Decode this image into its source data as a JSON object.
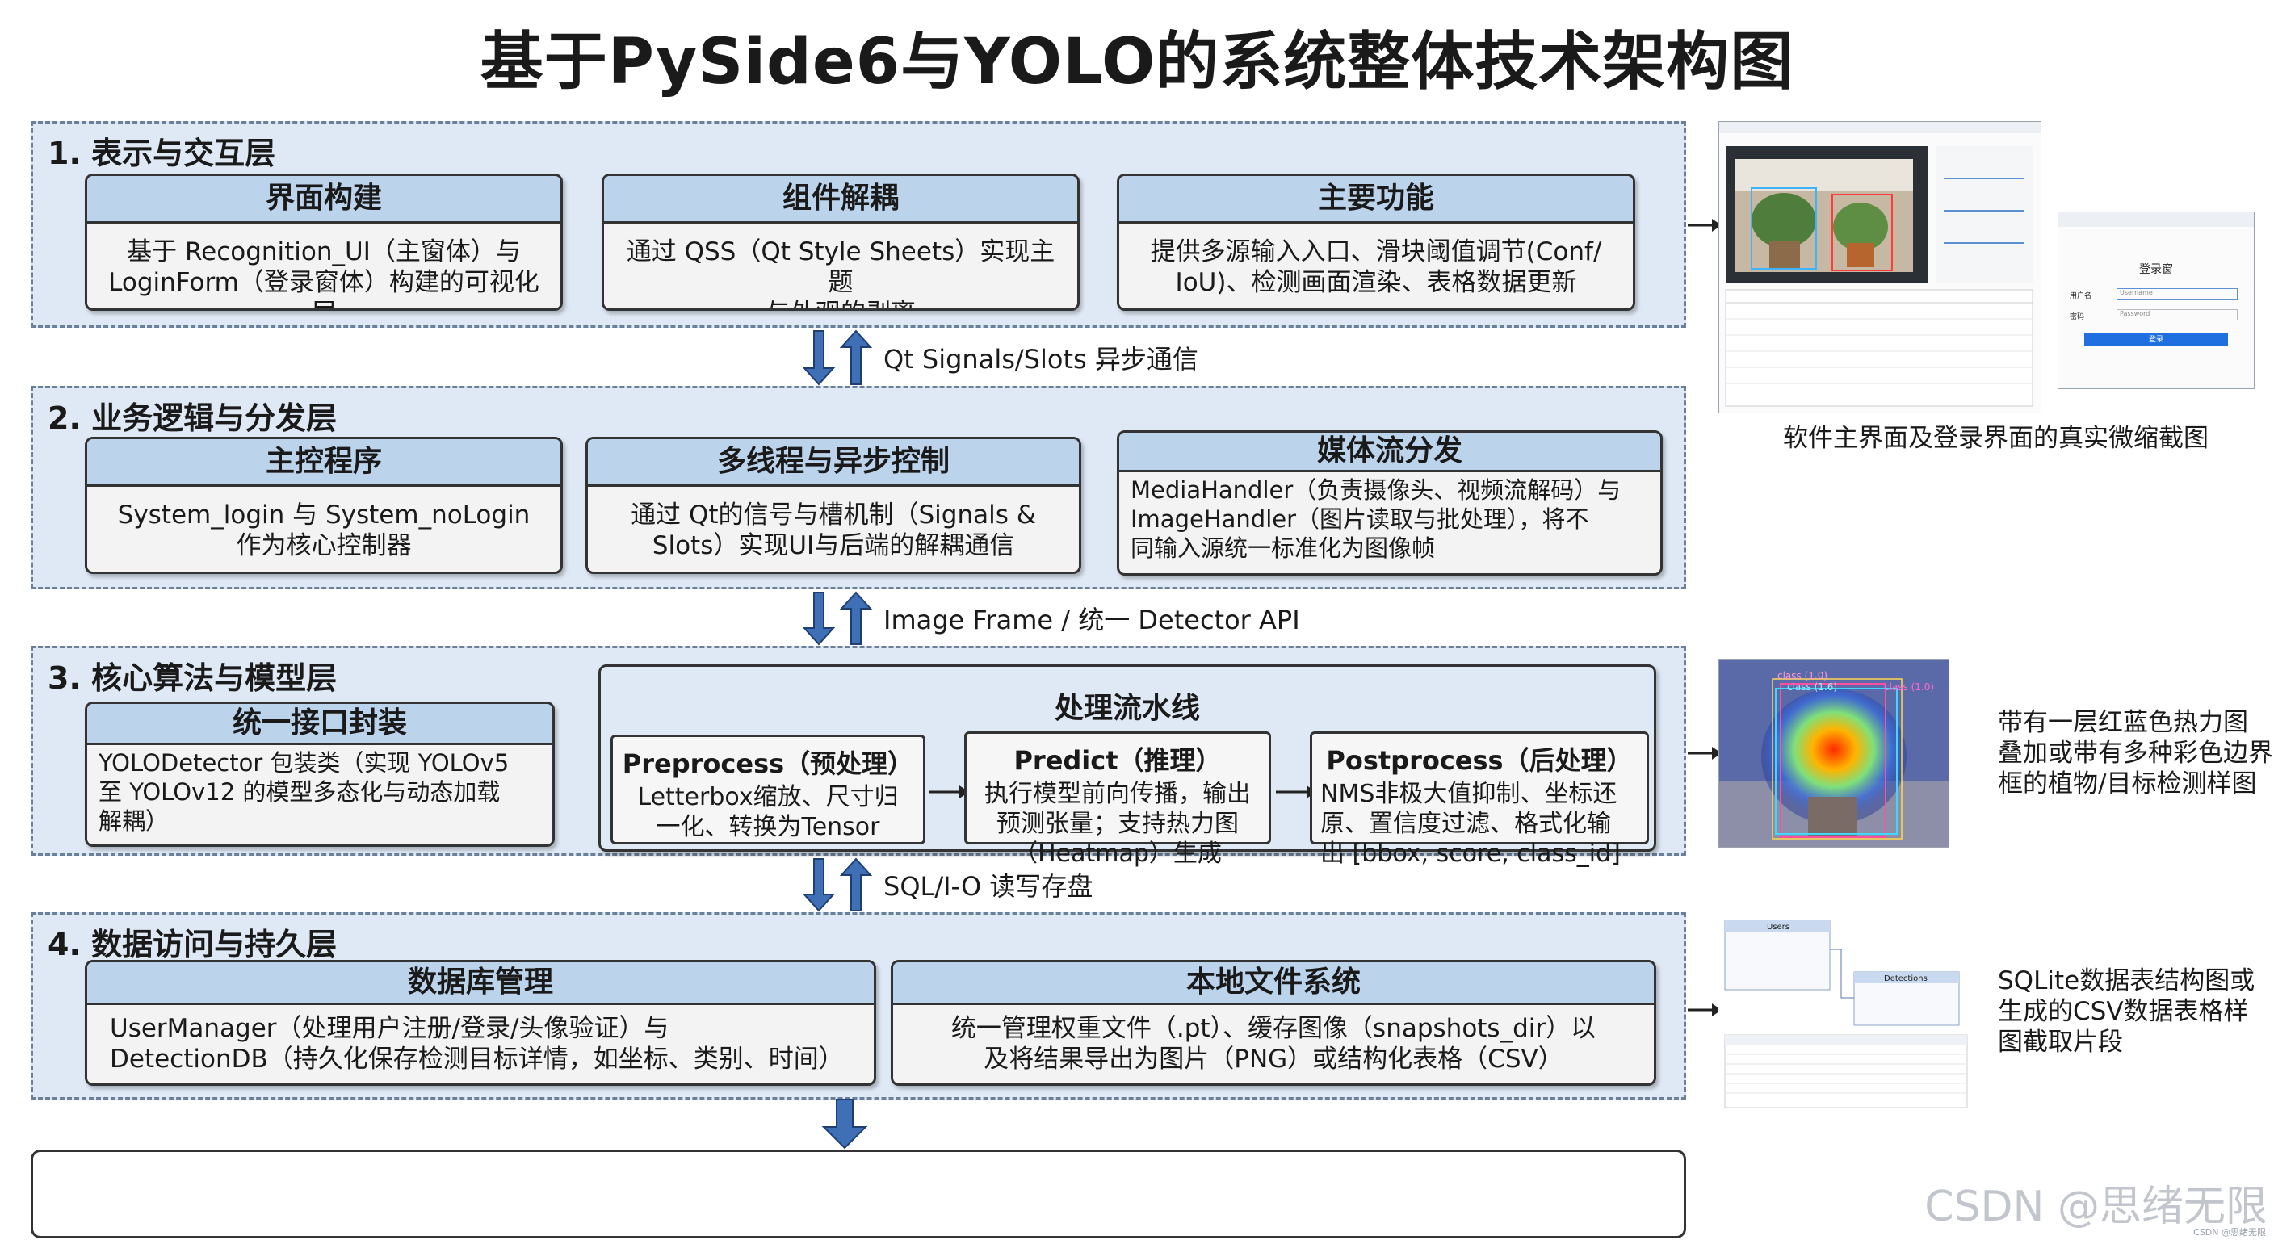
{
  "title": "基于PySide6与YOLO的系统整体技术架构图",
  "layers": [
    {
      "title": "1. 表示与交互层",
      "boxes": [
        {
          "head": "界面构建",
          "body": "基于 Recognition_UI（主窗体）与\nLoginForm（登录窗体）构建的可视化层"
        },
        {
          "head": "组件解耦",
          "body": "通过 QSS（Qt Style Sheets）实现主题\n与外观的剥离"
        },
        {
          "head": "主要功能",
          "body": "提供多源输入入口、滑块阈值调节(Conf/\nIoU)、检测画面渲染、表格数据更新"
        }
      ]
    },
    {
      "title": "2. 业务逻辑与分发层",
      "boxes": [
        {
          "head": "主控程序",
          "body": "System_login 与 System_noLogin\n作为核心控制器"
        },
        {
          "head": "多线程与异步控制",
          "body": "通过 Qt的信号与槽机制（Signals &\nSlots）实现UI与后端的解耦通信"
        },
        {
          "head": "媒体流分发",
          "body": "MediaHandler（负责摄像头、视频流解码）与\nImageHandler（图片读取与批处理），将不\n同输入源统一标准化为图像帧"
        }
      ]
    },
    {
      "title": "3. 核心算法与模型层",
      "boxes": [
        {
          "head": "统一接口封装",
          "body": "YOLODetector 包装类（实现 YOLOv5\n至 YOLOv12 的模型多态化与动态加载\n解耦）"
        }
      ],
      "pipeline": {
        "title": "处理流水线",
        "stages": [
          {
            "head": "Preprocess（预处理）",
            "body": "Letterbox缩放、尺寸归\n一化、转换为Tensor"
          },
          {
            "head": "Predict（推理）",
            "body": "执行模型前向传播，输出\n预测张量；支持热力图\n（Heatmap）生成"
          },
          {
            "head": "Postprocess（后处理）",
            "body": "NMS非极大值抑制、坐标还\n原、置信度过滤、格式化输\n出 [bbox, score, class_id]"
          }
        ]
      }
    },
    {
      "title": "4. 数据访问与持久层",
      "boxes": [
        {
          "head": "数据库管理",
          "body": "UserManager（处理用户注册/登录/头像验证）与\nDetectionDB（持久化保存检测目标详情，如坐标、类别、时间）"
        },
        {
          "head": "本地文件系统",
          "body": "统一管理权重文件（.pt）、缓存图像（snapshots_dir）以\n及将结果导出为图片（PNG）或结构化表格（CSV）"
        }
      ]
    }
  ],
  "connectors": [
    {
      "label": "Qt Signals/Slots 异步通信"
    },
    {
      "label": "Image Frame / 统一 Detector API"
    },
    {
      "label": "SQL/I-O 读写存盘"
    }
  ],
  "captions": {
    "ui": "软件主界面及登录界面的真实微缩截图",
    "heatmap": "带有一层红蓝色热力图\n叠加或带有多种彩色边界\n框的植物/目标检测样图",
    "sqlite": "SQLite数据表结构图或\n生成的CSV数据表格样\n图截取片段"
  },
  "thumb_text": {
    "login_title": "登录窗",
    "login_user": "用户名",
    "login_pass": "密码",
    "login_user_ph": "Username",
    "login_pass_ph": "Password",
    "login_btn": "登录",
    "users_table": "Users",
    "detections_table": "Detections",
    "det_label_a": "class (1.0)",
    "det_label_b": "class (1.6)",
    "det_label_c": "class (1.0)"
  },
  "watermark": "CSDN @思绪无限",
  "watermark_sub": "CSDN @思绪无限",
  "colors": {
    "layer_bg": "#dfe9f5",
    "box_head": "#bcd3ec",
    "arrow": "#3f6fb5"
  }
}
